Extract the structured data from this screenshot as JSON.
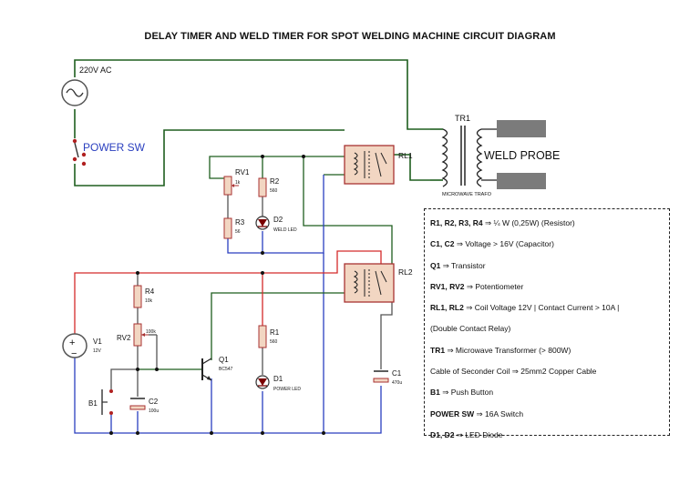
{
  "title": "DELAY TIMER AND WELD TIMER FOR SPOT WELDING MACHINE CIRCUIT DIAGRAM",
  "labels": {
    "ac_source": "220V AC",
    "power_sw": "POWER SW",
    "tr1": "TR1",
    "weld_probe": "WELD PROBE",
    "trafo": "MICROWAVE TRAFO",
    "rl1": "RL1",
    "rl2": "RL2",
    "rv1": "RV1",
    "rv1_val": "1k",
    "r2": "R2",
    "r2_val": "560",
    "r3": "R3",
    "r3_val": "56",
    "d2": "D2",
    "d2_val": "WELD LED",
    "r4": "R4",
    "r4_val": "10k",
    "rv2": "RV2",
    "rv2_val": "100k",
    "r1": "R1",
    "r1_val": "560",
    "v1": "V1",
    "v1_val": "12V",
    "q1": "Q1",
    "q1_val": "BC547",
    "d1": "D1",
    "d1_val": "POWER LED",
    "c1": "C1",
    "c1_val": "470u",
    "c2": "C2",
    "c2_val": "100u",
    "b1": "B1"
  },
  "legend": [
    {
      "key": "R1, R2, R3, R4",
      "value": "⇒ ¼ W (0,25W) (Resistor)"
    },
    {
      "key": "C1, C2",
      "value": "⇒ Voltage > 16V (Capacitor)"
    },
    {
      "key": "Q1",
      "value": "⇒ Transistor"
    },
    {
      "key": "RV1, RV2",
      "value": "⇒ Potentiometer"
    },
    {
      "key": "RL1, RL2",
      "value": "⇒ Coil Voltage 12V | Contact Current > 10A |"
    },
    {
      "key": "",
      "value": "(Double Contact Relay)"
    },
    {
      "key": "TR1",
      "value": "⇒ Microwave Transformer (> 800W)"
    },
    {
      "key": "",
      "value": "Cable of Seconder Coil ⇒ 25mm2 Copper Cable"
    },
    {
      "key": "B1",
      "value": "⇒ Push Button"
    },
    {
      "key": "POWER SW",
      "value": "⇒ 16A Switch"
    },
    {
      "key": "D1, D2",
      "value": "⇒ LED Diode"
    }
  ],
  "colors": {
    "wire_green": "#1e5e1e",
    "wire_red": "#d42a2a",
    "wire_blue": "#2a3fbf",
    "wire_grey": "#555555",
    "relay_fill": "#f2d6c2",
    "relay_stroke": "#a83232",
    "power_sw_text": "#2a3fbf"
  }
}
